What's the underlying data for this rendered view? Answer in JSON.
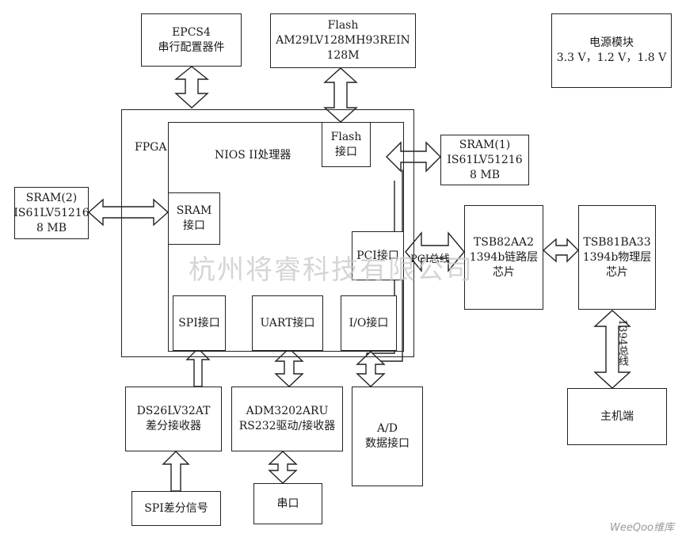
{
  "blocks": {
    "epcs4": [
      "EPCS4",
      "串行配置器件"
    ],
    "flash": [
      "Flash",
      "AM29LV128MH93REIN",
      "128M"
    ],
    "power": [
      "电源模块",
      "3.3 V，1.2 V，1.8 V"
    ],
    "fpga": "FPGA",
    "nios": "NIOS II处理器",
    "flash_if": [
      "Flash",
      "接口"
    ],
    "sram1": [
      "SRAM(1)",
      "IS61LV51216",
      "8 MB"
    ],
    "sram2": [
      "SRAM(2)",
      "IS61LV51216",
      "8 MB"
    ],
    "sram_if": [
      "SRAM",
      "接口"
    ],
    "pci_if": "PCI接口",
    "pci_bus": "PCI总线",
    "tsb82": [
      "TSB82AA2",
      "1394b链路层",
      "芯片"
    ],
    "tsb81": [
      "TSB81BA33",
      "1394b物理层",
      "芯片"
    ],
    "spi_if": "SPI接口",
    "uart_if": "UART接口",
    "io_if": "I/O接口",
    "ds26": [
      "DS26LV32AT",
      "差分接收器"
    ],
    "adm": [
      "ADM3202ARU",
      "RS232驱动/接收器"
    ],
    "ad": [
      "A/D",
      "数据接口"
    ],
    "bus1394": "1394总线",
    "host": "主机端",
    "spi_sig": "SPI差分信号",
    "serial": "串口"
  },
  "watermark": "杭州将睿科技有限公司",
  "corner_logo": "WeeQoo维库"
}
